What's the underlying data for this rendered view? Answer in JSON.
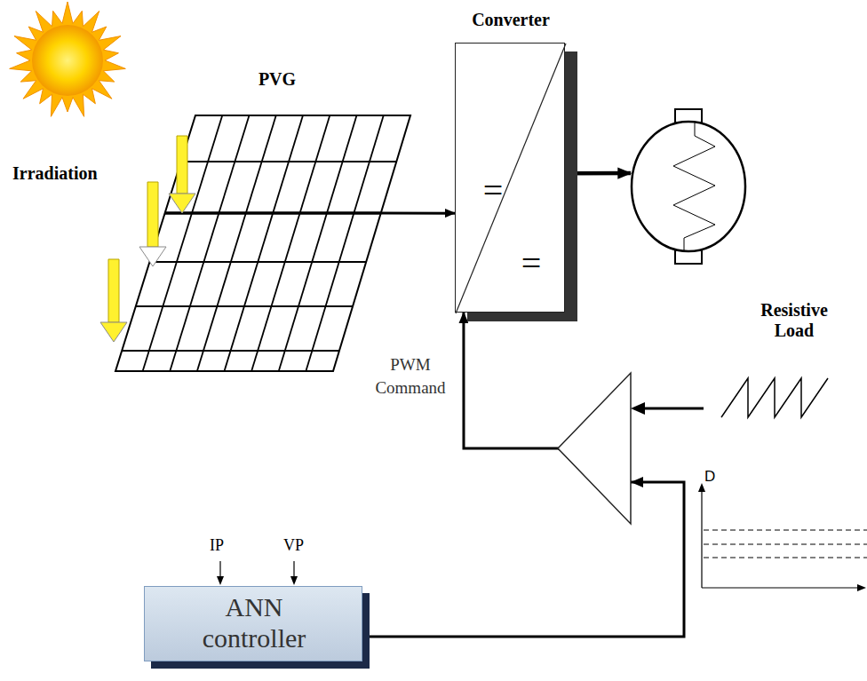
{
  "diagram": {
    "nodes": [
      {
        "text": [
          "PVG"
        ]
      },
      {
        "text": [
          "Converter",
          "=",
          "="
        ]
      },
      {
        "text": [
          "Resistive Load"
        ]
      },
      {
        "text": [
          "ANN controller"
        ]
      }
    ],
    "edges": [
      {
        "from": 0,
        "to": 1,
        "arrow": "to"
      },
      {
        "from": 1,
        "to": 2,
        "arrow": "to"
      },
      {
        "from": 3,
        "to": 1,
        "arrow": "to",
        "label": "PWM Command"
      }
    ],
    "labels": [
      "Irradiation",
      "IP",
      "VP",
      "D"
    ]
  }
}
